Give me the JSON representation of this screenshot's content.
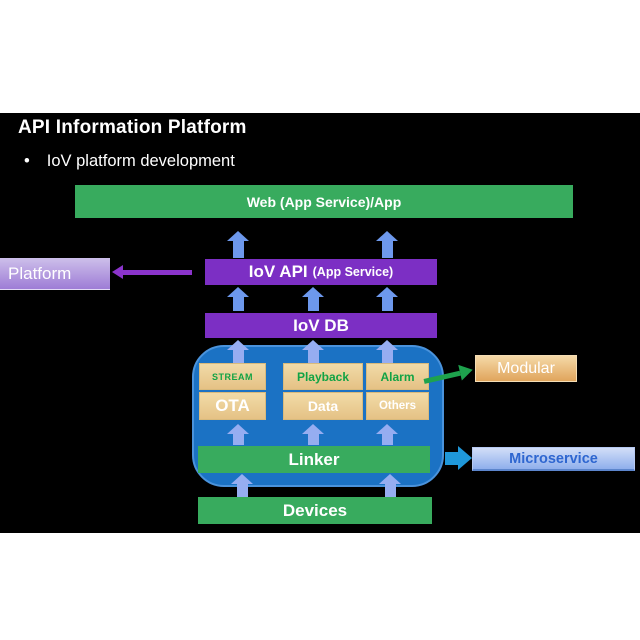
{
  "slide": {
    "title": "API Information Platform",
    "bullet": "IoV platform development"
  },
  "layers": {
    "web": "Web (App Service)/App",
    "platform": "Platform",
    "iov_api": "IoV API",
    "iov_api_sub": "(App Service)",
    "iov_db": "IoV DB",
    "linker": "Linker",
    "devices": "Devices",
    "modular": "Modular",
    "microservice": "Microservice"
  },
  "modules": {
    "row1": [
      {
        "label": "STREAM"
      },
      {
        "label": "Playback"
      },
      {
        "label": "Alarm"
      }
    ],
    "row2": [
      {
        "label": "OTA"
      },
      {
        "label": "Data"
      },
      {
        "label": "Others"
      }
    ]
  },
  "colors": {
    "slide_bg": "#000000",
    "green_box": "#38ab5e",
    "purple_box": "#7c2fc4",
    "container_blue": "#1b72c4",
    "module_tan": "#ecd09a",
    "module_text_green": "#12a345",
    "modular_orange": "#e8b470",
    "microservice_fill": "#aec7f4",
    "microservice_text": "#2e66d0",
    "arrow_blue": "#6d98ec",
    "arrow_light_blue": "#96adf1",
    "arrow_green": "#1ea24d",
    "arrow_purple": "#8b34cb",
    "block_arrow_blue": "#1f98da"
  }
}
